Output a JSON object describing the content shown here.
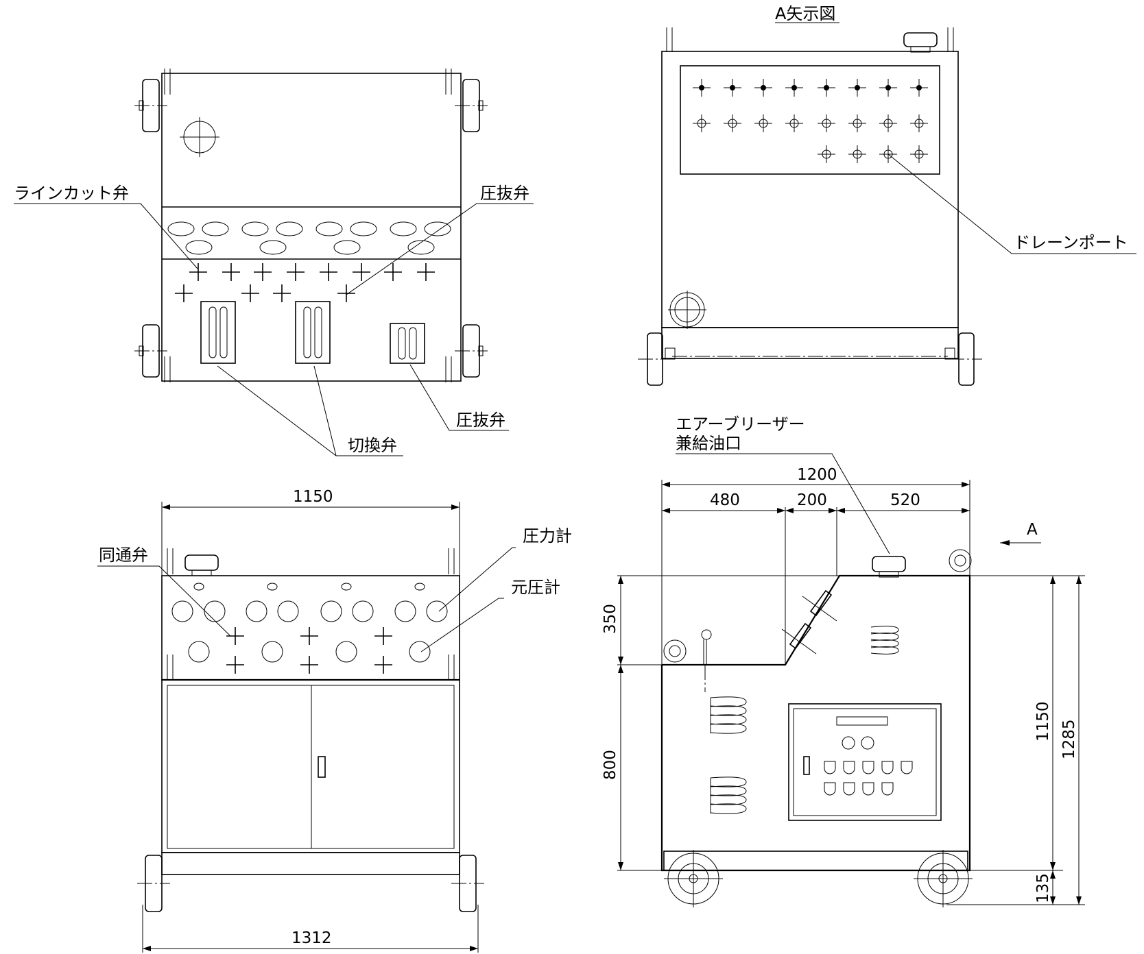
{
  "top_view": {
    "label_line_cut_valve": "ラインカット弁",
    "label_pressure_release_valve_top": "圧抜弁",
    "label_pressure_release_valve_bottom": "圧抜弁",
    "label_switching_valve": "切換弁"
  },
  "arrow_view": {
    "title": "A矢示図",
    "label_drain_port": "ドレーンポート"
  },
  "front_view": {
    "label_bypass_valve": "同通弁",
    "label_pressure_gauge": "圧力計",
    "label_source_pressure_gauge": "元圧計",
    "dim_top_width": "1150",
    "dim_bottom_width": "1312"
  },
  "side_view": {
    "label_air_breather_line1": "エアーブリーザー",
    "label_air_breather_line2": "兼給油口",
    "dim_overall_length": "1200",
    "dim_segment_1": "480",
    "dim_segment_2": "200",
    "dim_segment_3": "520",
    "view_arrow_label": "A",
    "dim_upper_height": "350",
    "dim_lower_height": "800",
    "dim_body_height": "1150",
    "dim_total_height": "1285",
    "dim_wheel_height": "135"
  }
}
